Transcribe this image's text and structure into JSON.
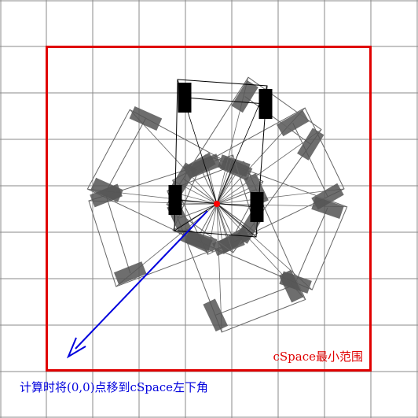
{
  "diagram": {
    "cspace_label": "cSpace最小范围",
    "origin_note": "计算时将(0,0)点移到cSpace左下角",
    "colors": {
      "grid": "#8a8a8a",
      "cspace_border": "#e00000",
      "cspace_label": "#e00000",
      "arrow": "#0000dd",
      "note": "#0000dd",
      "center_point": "#ff0000",
      "active_wheel": "#000000",
      "ghost_wheel": "#555555",
      "ghost_outline": "#666666"
    },
    "orientations_count": 7
  }
}
